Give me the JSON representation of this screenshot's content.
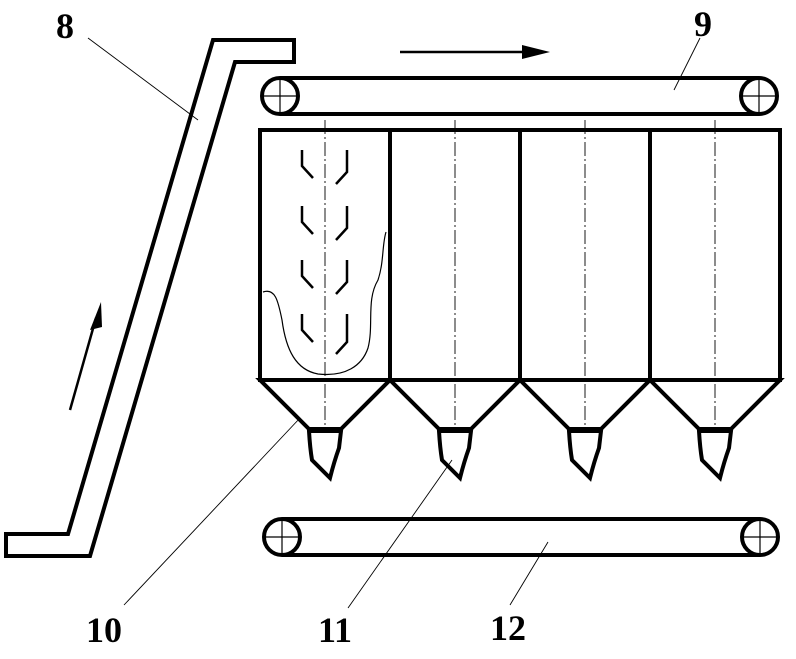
{
  "labels": {
    "elevator": "8",
    "top_conveyor": "9",
    "silo": "10",
    "discharge_valve": "11",
    "bottom_conveyor": "12"
  },
  "silos": [
    {
      "id": "silo-1",
      "filled": true
    },
    {
      "id": "silo-2",
      "filled": false
    },
    {
      "id": "silo-3",
      "filled": false
    },
    {
      "id": "silo-4",
      "filled": false
    }
  ],
  "colors": {
    "ink": "#000000",
    "paper": "#ffffff"
  }
}
